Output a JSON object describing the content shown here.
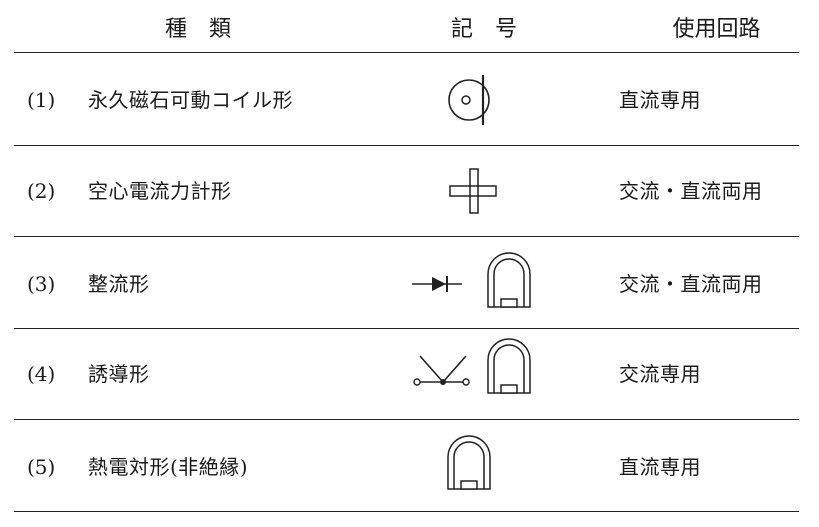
{
  "header": {
    "type_label": "種　類",
    "symbol_label": "記　号",
    "usage_label": "使用回路"
  },
  "rows": [
    {
      "number": "(1)",
      "name": "永久磁石可動コイル形",
      "usage": "直流専用",
      "symbol_icon": "moving-coil-symbol"
    },
    {
      "number": "(2)",
      "name": "空心電流力計形",
      "usage": "交流・直流両用",
      "symbol_icon": "electrodynamometer-symbol"
    },
    {
      "number": "(3)",
      "name": "整流形",
      "usage": "交流・直流両用",
      "symbol_icon": "rectifier-symbol"
    },
    {
      "number": "(4)",
      "name": "誘導形",
      "usage": "交流専用",
      "symbol_icon": "induction-symbol"
    },
    {
      "number": "(5)",
      "name": "熱電対形(非絶縁)",
      "usage": "直流専用",
      "symbol_icon": "thermocouple-symbol"
    }
  ]
}
